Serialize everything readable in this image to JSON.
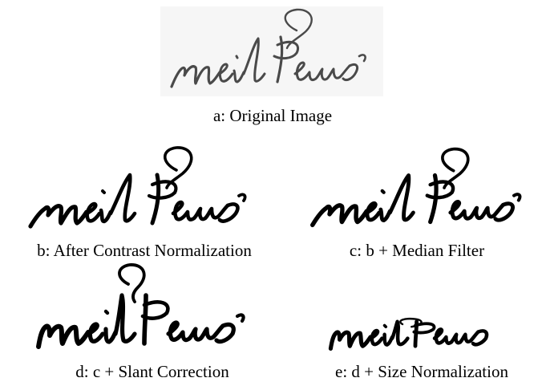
{
  "figure": {
    "panels": [
      {
        "id": "a",
        "caption": "a: Original Image",
        "image_icon": "handwritten-word-original-icon"
      },
      {
        "id": "b",
        "caption": "b: After Contrast Normalization",
        "image_icon": "handwritten-word-contrast-normalized-icon"
      },
      {
        "id": "c",
        "caption": "c: b + Median Filter",
        "image_icon": "handwritten-word-median-filtered-icon"
      },
      {
        "id": "d",
        "caption": "d: c + Slant Correction",
        "image_icon": "handwritten-word-slant-corrected-icon"
      },
      {
        "id": "e",
        "caption": "e: d + Size Normalization",
        "image_icon": "handwritten-word-size-normalized-icon"
      }
    ]
  }
}
